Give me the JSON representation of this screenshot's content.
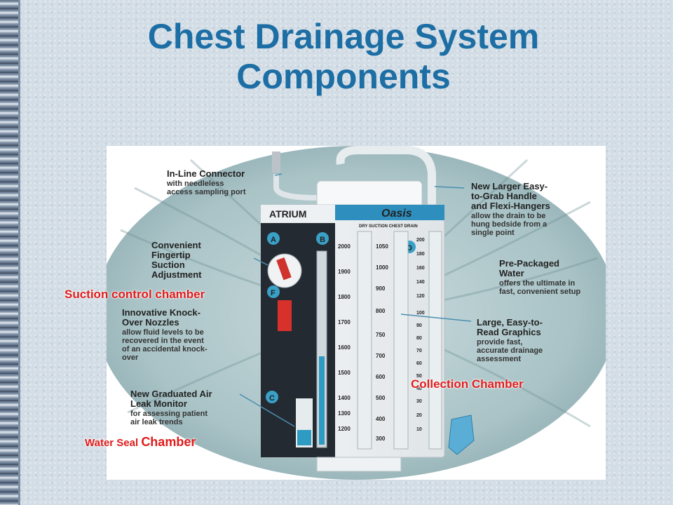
{
  "slide": {
    "title_line1": "Chest Drainage System",
    "title_line2": "Components"
  },
  "labels": {
    "suction_control": "Suction control chamber",
    "collection": "Collection Chamber",
    "water_seal_small": "Water Seal ",
    "water_seal_big": "Chamber"
  },
  "photo": {
    "brand": "ATRIUM",
    "product": "Oasis",
    "product_sub": "DRY SUCTION CHEST DRAIN",
    "badges": [
      "A",
      "B",
      "C",
      "D",
      "F"
    ],
    "callouts": {
      "inline_title": "In-Line Connector",
      "inline_sub1": "with needleless",
      "inline_sub2": "access sampling port",
      "handle_title1": "New Larger Easy-",
      "handle_title2": "to-Grab Handle",
      "handle_title3": "and Flexi-Hangers",
      "handle_sub1": "allow the drain to be",
      "handle_sub2": "hung bedside from a",
      "handle_sub3": "single point",
      "fingertip_1": "Convenient",
      "fingertip_2": "Fingertip",
      "fingertip_3": "Suction",
      "fingertip_4": "Adjustment",
      "water_title1": "Pre-Packaged",
      "water_title2": "Water",
      "water_sub1": "offers the ultimate in",
      "water_sub2": "fast, convenient setup",
      "knock_title1": "Innovative Knock-",
      "knock_title2": "Over Nozzles",
      "knock_sub1": "allow fluid levels to be",
      "knock_sub2": "recovered in the event",
      "knock_sub3": "of an accidental knock-",
      "knock_sub4": "over",
      "graphics_title1": "Large, Easy-to-",
      "graphics_title2": "Read Graphics",
      "graphics_sub1": "provide fast,",
      "graphics_sub2": "accurate drainage",
      "graphics_sub3": "assessment",
      "leak_title1": "New Graduated Air",
      "leak_title2": "Leak Monitor",
      "leak_sub1": "for assessing patient",
      "leak_sub2": "air leak trends"
    },
    "scale_left": [
      "2000",
      "1900",
      "1800",
      "1700",
      "1600",
      "1500",
      "1400",
      "1300",
      "1200"
    ],
    "scale_mid": [
      "1050",
      "1000",
      "900",
      "800",
      "750",
      "700",
      "600",
      "500",
      "400",
      "300"
    ],
    "scale_right": [
      "200",
      "180",
      "160",
      "140",
      "120",
      "100",
      "90",
      "80",
      "70",
      "60",
      "50",
      "40",
      "30",
      "20",
      "10"
    ]
  },
  "colors": {
    "title": "#1c6ea4",
    "label_red": "#e11b1b",
    "background": "#d3dde6"
  }
}
